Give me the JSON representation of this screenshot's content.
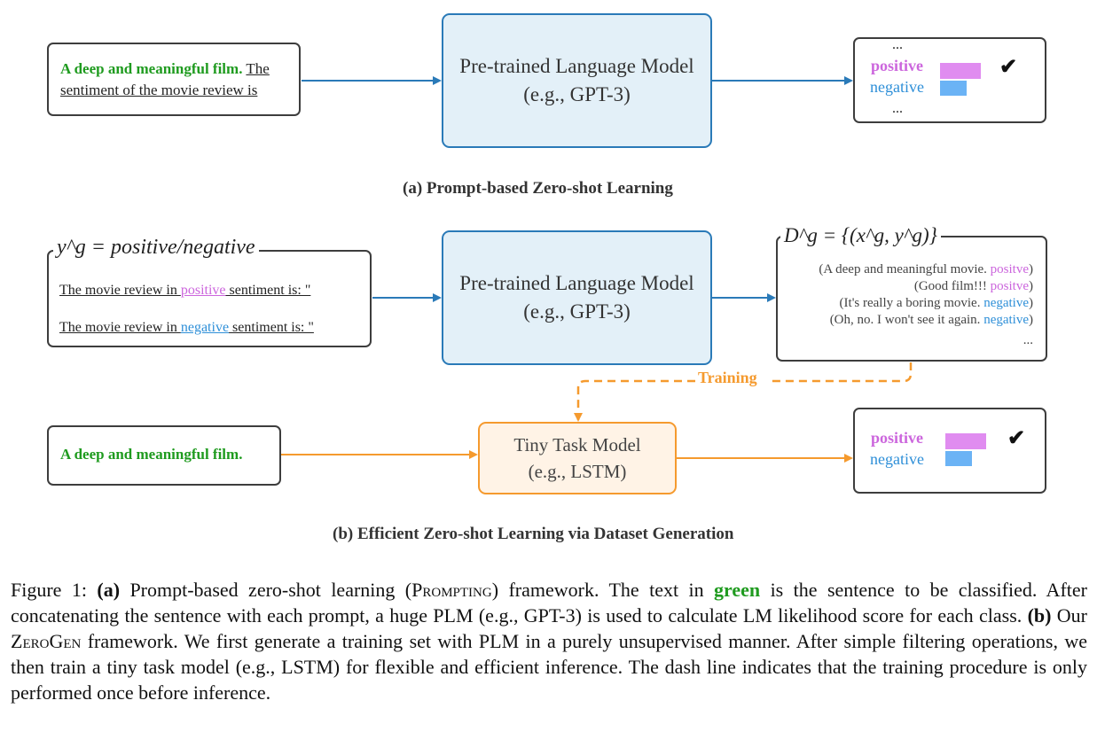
{
  "panel_a": {
    "input_green": "A deep and meaningful film.",
    "input_prompt_1": "The",
    "input_prompt_2": "sentiment of the movie review is",
    "plm_line1": "Pre-trained Language Model",
    "plm_line2": "(e.g., GPT-3)",
    "out_dots_top": "...",
    "out_positive": "positive",
    "out_negative": "negative",
    "out_dots_bottom": "...",
    "caption": "(a) Prompt-based Zero-shot Learning"
  },
  "panel_b": {
    "label_box_title": "y^g = positive/negative",
    "prompt_pos_prefix": "The movie review in ",
    "prompt_pos_word": "positive",
    "prompt_pos_suffix": " sentiment is: \"",
    "prompt_neg_prefix": "The movie review in ",
    "prompt_neg_word": "negative",
    "prompt_neg_suffix": " sentiment is: \"",
    "plm_line1": "Pre-trained Language Model",
    "plm_line2": "(e.g., GPT-3)",
    "dataset_title": "D^g = {(x^g, y^g)}",
    "dataset_rows": [
      {
        "text": "(A deep and meaningful movie.  ",
        "label": "positve",
        "label_class": "pos"
      },
      {
        "text": "(Good film!!!  ",
        "label": "positve",
        "label_class": "pos"
      },
      {
        "text": "(It's really a boring movie.  ",
        "label": "negative",
        "label_class": "neg"
      },
      {
        "text": "(Oh, no. I won't see it again.  ",
        "label": "negative",
        "label_class": "neg"
      }
    ],
    "dataset_dots": "...",
    "training_label": "Training",
    "input_green": "A deep and meaningful film.",
    "tiny_line1": "Tiny Task Model",
    "tiny_line2": "(e.g., LSTM)",
    "out_positive": "positive",
    "out_negative": "negative",
    "caption": "(b) Efficient Zero-shot Learning via Dataset Generation"
  },
  "figure_caption": {
    "label": "Figure 1: ",
    "a_tag": "(a)",
    "a_text1": " Prompt-based zero-shot learning (",
    "a_sc": "Prompting",
    "a_text2": ") framework. The text in ",
    "green_word": "green",
    "a_text3": " is the sentence to be classified. After concatenating the sentence with each prompt, a huge PLM (e.g., GPT-3) is used to calculate LM likelihood score for each class. ",
    "b_tag": "(b)",
    "b_text1": " Our ",
    "b_sc": "ZeroGen",
    "b_text2": " framework. We first generate a training set with PLM in a purely unsupervised manner. After simple filtering operations, we then train a tiny task model (e.g., LSTM) for flexible and efficient inference. The dash line indicates that the training procedure is only performed once before inference."
  },
  "colors": {
    "plm_border": "#2a7ab8",
    "plm_fill": "#e3f0f8",
    "tiny_border": "#f59a2e",
    "tiny_fill": "#fff3e6",
    "green": "#1f9b1f",
    "positive": "#cc66dd",
    "negative": "#2e8fd8",
    "positive_bar": "#e08cf0",
    "negative_bar": "#6bb3f5"
  },
  "icons": {
    "check": "check-icon"
  }
}
